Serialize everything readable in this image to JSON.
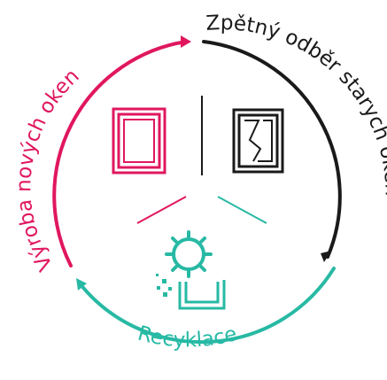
{
  "labels": {
    "production": "Výroba nových oken",
    "takeback": "Zpětný odběr starych oken",
    "recycling": "Recyklace"
  },
  "colors": {
    "production": "#e0175f",
    "takeback": "#1a1a1a",
    "recycling": "#27b9a4",
    "background": "#ffffff"
  },
  "icons": {
    "production": "new-window-icon",
    "takeback": "broken-window-icon",
    "recycling": "recycling-gear-icon"
  }
}
